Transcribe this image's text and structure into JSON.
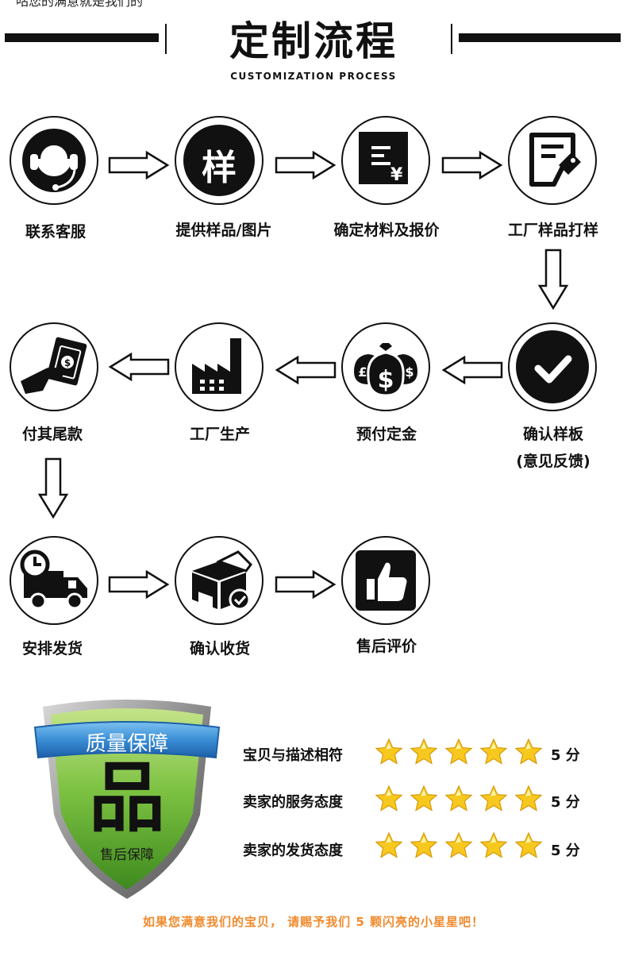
{
  "header": {
    "cut_text": "咕您的满意就是我们的",
    "title": "定制流程",
    "subtitle": "CUSTOMIZATION PROCESS"
  },
  "steps": [
    {
      "label": "联系客服",
      "icon": "customer-service-headset-icon"
    },
    {
      "label": "提供样品/图片",
      "icon": "sample-char-icon",
      "glyph": "样"
    },
    {
      "label": "确定材料及报价",
      "icon": "price-document-icon",
      "glyph": "¥"
    },
    {
      "label": "工厂样品打样",
      "icon": "sample-form-tag-icon"
    },
    {
      "label": "确认样板",
      "label2": "(意见反馈)",
      "icon": "checkmark-icon"
    },
    {
      "label": "预付定金",
      "icon": "money-bags-icon"
    },
    {
      "label": "工厂生产",
      "icon": "factory-icon"
    },
    {
      "label": "付其尾款",
      "icon": "payment-hand-icon"
    },
    {
      "label": "安排发货",
      "icon": "delivery-truck-clock-icon"
    },
    {
      "label": "确认收货",
      "icon": "package-check-icon"
    },
    {
      "label": "售后评价",
      "icon": "thumbs-up-icon"
    }
  ],
  "badge": {
    "banner": "质量保障",
    "big_char": "品",
    "sub": "售后保障",
    "colors": {
      "shield_green": "#7dc242",
      "banner_blue": "#3a8fd6",
      "frame_gray": "#8a8a8a"
    }
  },
  "ratings": [
    {
      "label": "宝贝与描述相符",
      "stars": 5,
      "score": "5 分"
    },
    {
      "label": "卖家的服务态度",
      "stars": 5,
      "score": "5 分"
    },
    {
      "label": "卖家的发货态度",
      "stars": 5,
      "score": "5 分"
    }
  ],
  "footer": {
    "text": "如果您满意我们的宝贝， 请赐予我们 5 颗闪亮的小星星吧！",
    "color": "#f08a2e"
  }
}
